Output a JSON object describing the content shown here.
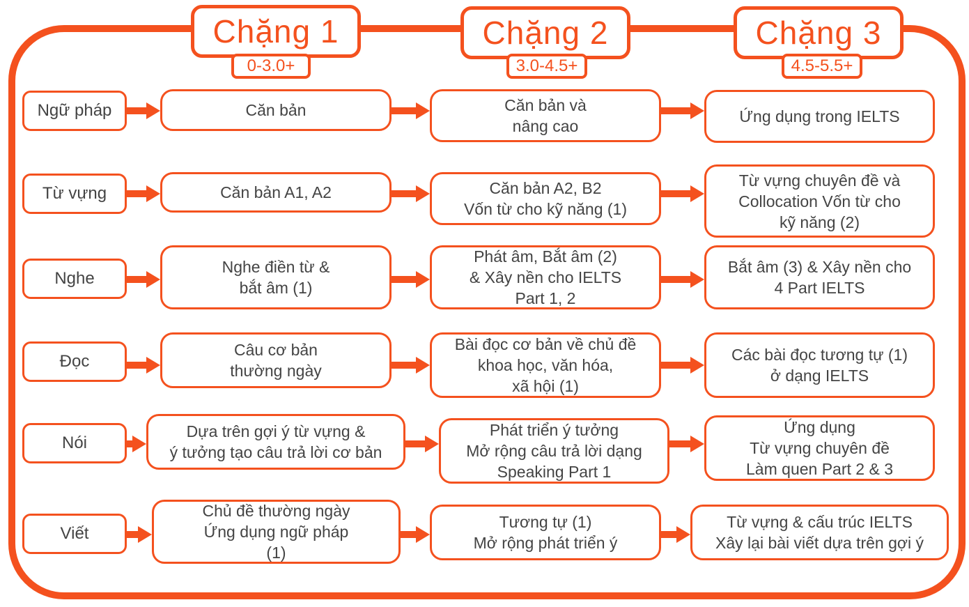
{
  "stages": [
    {
      "title": "Chặng 1",
      "range": "0-3.0+"
    },
    {
      "title": "Chặng 2",
      "range": "3.0-4.5+"
    },
    {
      "title": "Chặng 3",
      "range": "4.5-5.5+"
    }
  ],
  "rows": [
    {
      "label": "Ngữ pháp",
      "cells": [
        "Căn bản",
        "Căn bản và\nnâng cao",
        "Ứng dụng trong IELTS"
      ]
    },
    {
      "label": "Từ vựng",
      "cells": [
        "Căn bản A1, A2",
        "Căn bản A2, B2\nVốn từ cho kỹ năng (1)",
        "Từ vựng chuyên đề và\nCollocation Vốn từ cho\nkỹ năng (2)"
      ]
    },
    {
      "label": "Nghe",
      "cells": [
        "Nghe điền từ &\nbắt âm (1)",
        "Phát âm, Bắt âm (2)\n& Xây nền cho IELTS\nPart 1, 2",
        "Bắt âm (3) & Xây nền cho\n4 Part IELTS"
      ]
    },
    {
      "label": "Đọc",
      "cells": [
        "Câu cơ bản\nthường ngày",
        "Bài đọc cơ bản về chủ đề\nkhoa học, văn hóa,\nxã hội (1)",
        "Các bài đọc tương tự (1)\nở dạng IELTS"
      ]
    },
    {
      "label": "Nói",
      "cells": [
        "Dựa trên gợi ý từ vựng &\ný tưởng tạo câu trả lời cơ bản",
        "Phát triển ý tưởng\nMở rộng câu trả lời dạng\nSpeaking Part 1",
        "Ứng dụng\nTừ vựng chuyên đề\nLàm quen Part 2 & 3"
      ]
    },
    {
      "label": "Viết",
      "cells": [
        "Chủ đề thường ngày\nỨng dụng ngữ pháp\n(1)",
        "Tương tự (1)\nMở rộng phát triển ý",
        "Từ vựng & cấu trúc IELTS\nXây lại bài viết dựa trên gợi ý"
      ]
    }
  ],
  "colors": {
    "accent": "#f4511e",
    "text": "#444444"
  }
}
